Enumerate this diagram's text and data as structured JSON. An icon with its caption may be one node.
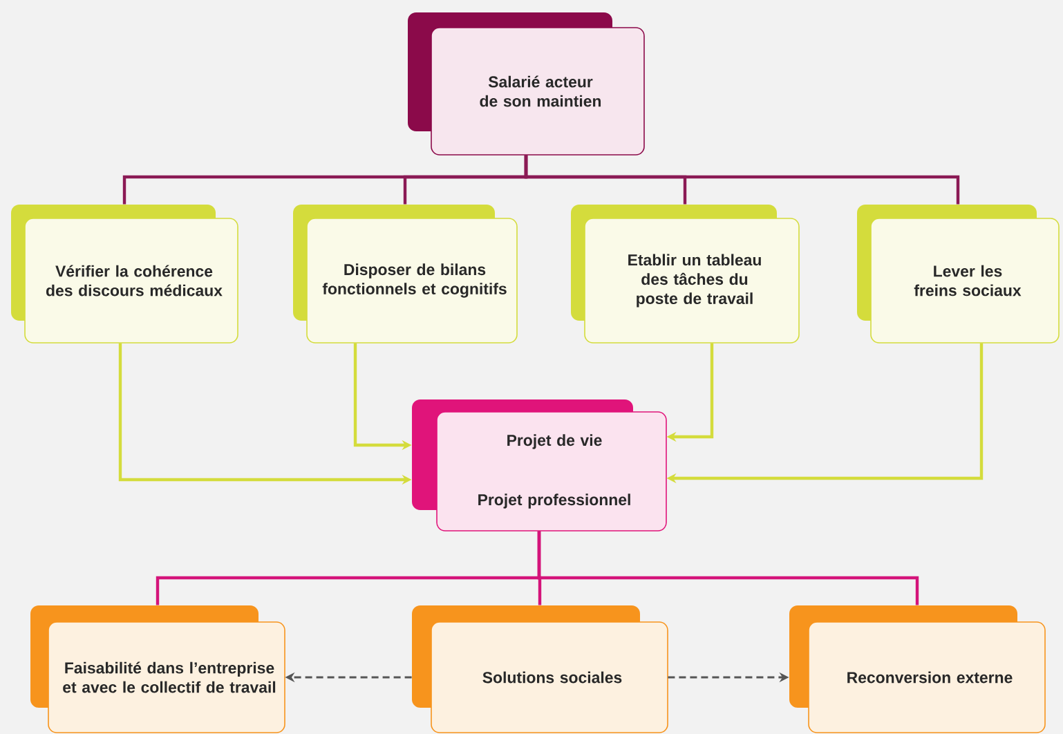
{
  "diagram": {
    "nodes": [
      {
        "text": [
          "Salarié acteur de son maintien"
        ]
      },
      {
        "text": [
          "Vérifier la cohérence des discours médicaux"
        ]
      },
      {
        "text": [
          "Disposer de bilans fonctionnels et cognitifs"
        ]
      },
      {
        "text": [
          "Etablir un tableau des tâches du poste de travail"
        ]
      },
      {
        "text": [
          "Lever les freins sociaux"
        ]
      },
      {
        "text": [
          "Projet de vie",
          "Projet professionnel"
        ]
      },
      {
        "text": [
          "Faisabilité dans l’entreprise et avec le collectif de travail"
        ]
      },
      {
        "text": [
          "Solutions sociales"
        ]
      },
      {
        "text": [
          "Reconversion externe"
        ]
      }
    ],
    "edges": [
      {
        "from": 0,
        "to": 1,
        "arrow": "none",
        "color": "#8b1a55"
      },
      {
        "from": 0,
        "to": 2,
        "arrow": "none",
        "color": "#8b1a55"
      },
      {
        "from": 0,
        "to": 3,
        "arrow": "none",
        "color": "#8b1a55"
      },
      {
        "from": 0,
        "to": 4,
        "arrow": "none",
        "color": "#8b1a55"
      },
      {
        "from": 1,
        "to": 5,
        "arrow": "to",
        "color": "#d4dc3c"
      },
      {
        "from": 2,
        "to": 5,
        "arrow": "to",
        "color": "#d4dc3c"
      },
      {
        "from": 3,
        "to": 5,
        "arrow": "to",
        "color": "#d4dc3c"
      },
      {
        "from": 4,
        "to": 5,
        "arrow": "to",
        "color": "#d4dc3c"
      },
      {
        "from": 5,
        "to": 6,
        "arrow": "none",
        "color": "#d4147a"
      },
      {
        "from": 5,
        "to": 7,
        "arrow": "none",
        "color": "#d4147a"
      },
      {
        "from": 5,
        "to": 8,
        "arrow": "none",
        "color": "#d4147a"
      },
      {
        "from": 7,
        "to": 6,
        "arrow": "to",
        "style": "dashed",
        "color": "#555555"
      },
      {
        "from": 7,
        "to": 8,
        "arrow": "to",
        "style": "dashed",
        "color": "#555555"
      }
    ]
  }
}
